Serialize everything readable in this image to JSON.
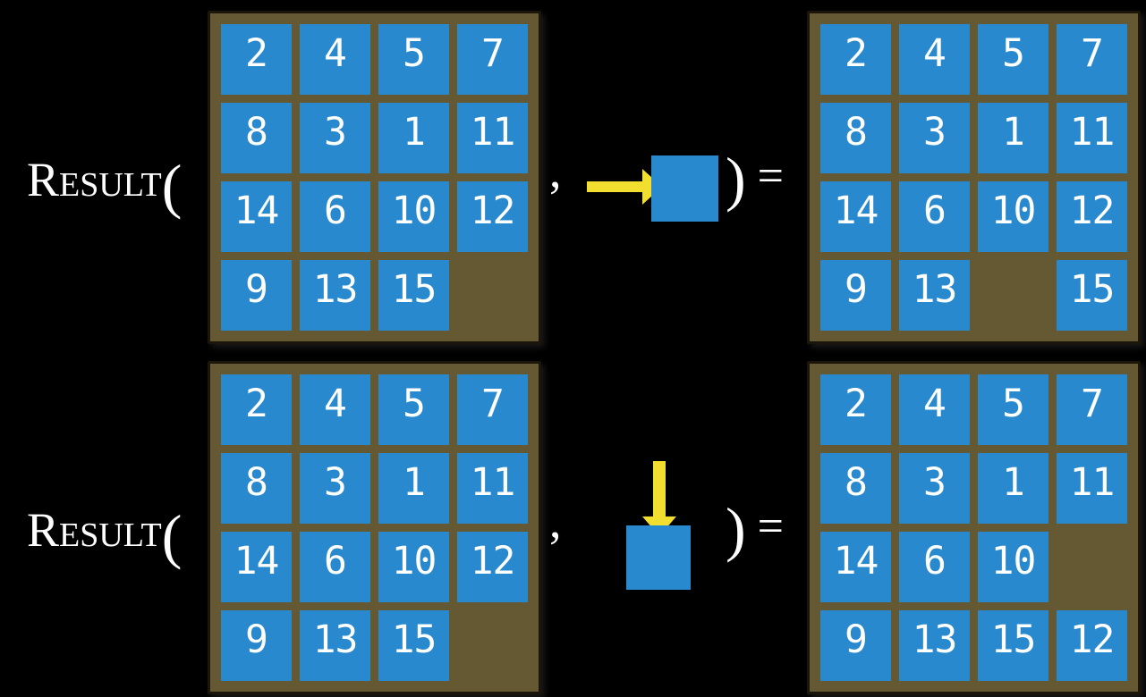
{
  "figure": {
    "title": "RESULT function applied to 15-puzzle states",
    "colors": {
      "background": "#000000",
      "tile_blue": "#2889CE",
      "frame_brown": "#655934",
      "frame_border": "#1C150A",
      "arrow_yellow": "#F2DE2E",
      "text_white": "#FFFFFF"
    },
    "examples": [
      {
        "function_name": "Result",
        "open_paren": "(",
        "comma": ",",
        "action": {
          "icon": "right-arrow-icon",
          "direction": "right",
          "description": "slide tile right into blank"
        },
        "close_paren": ")",
        "equals": "=",
        "initial_grid": [
          [
            "2",
            "4",
            "5",
            "7"
          ],
          [
            "8",
            "3",
            "1",
            "11"
          ],
          [
            "14",
            "6",
            "10",
            "12"
          ],
          [
            "9",
            "13",
            "15",
            ""
          ]
        ],
        "result_grid": [
          [
            "2",
            "4",
            "5",
            "7"
          ],
          [
            "8",
            "3",
            "1",
            "11"
          ],
          [
            "14",
            "6",
            "10",
            "12"
          ],
          [
            "9",
            "13",
            "",
            "15"
          ]
        ]
      },
      {
        "function_name": "Result",
        "open_paren": "(",
        "comma": ",",
        "action": {
          "icon": "down-arrow-icon",
          "direction": "down",
          "description": "slide tile down into blank"
        },
        "close_paren": ")",
        "equals": "=",
        "initial_grid": [
          [
            "2",
            "4",
            "5",
            "7"
          ],
          [
            "8",
            "3",
            "1",
            "11"
          ],
          [
            "14",
            "6",
            "10",
            "12"
          ],
          [
            "9",
            "13",
            "15",
            ""
          ]
        ],
        "result_grid": [
          [
            "2",
            "4",
            "5",
            "7"
          ],
          [
            "8",
            "3",
            "1",
            "11"
          ],
          [
            "14",
            "6",
            "10",
            ""
          ],
          [
            "9",
            "13",
            "15",
            "12"
          ]
        ]
      }
    ]
  }
}
